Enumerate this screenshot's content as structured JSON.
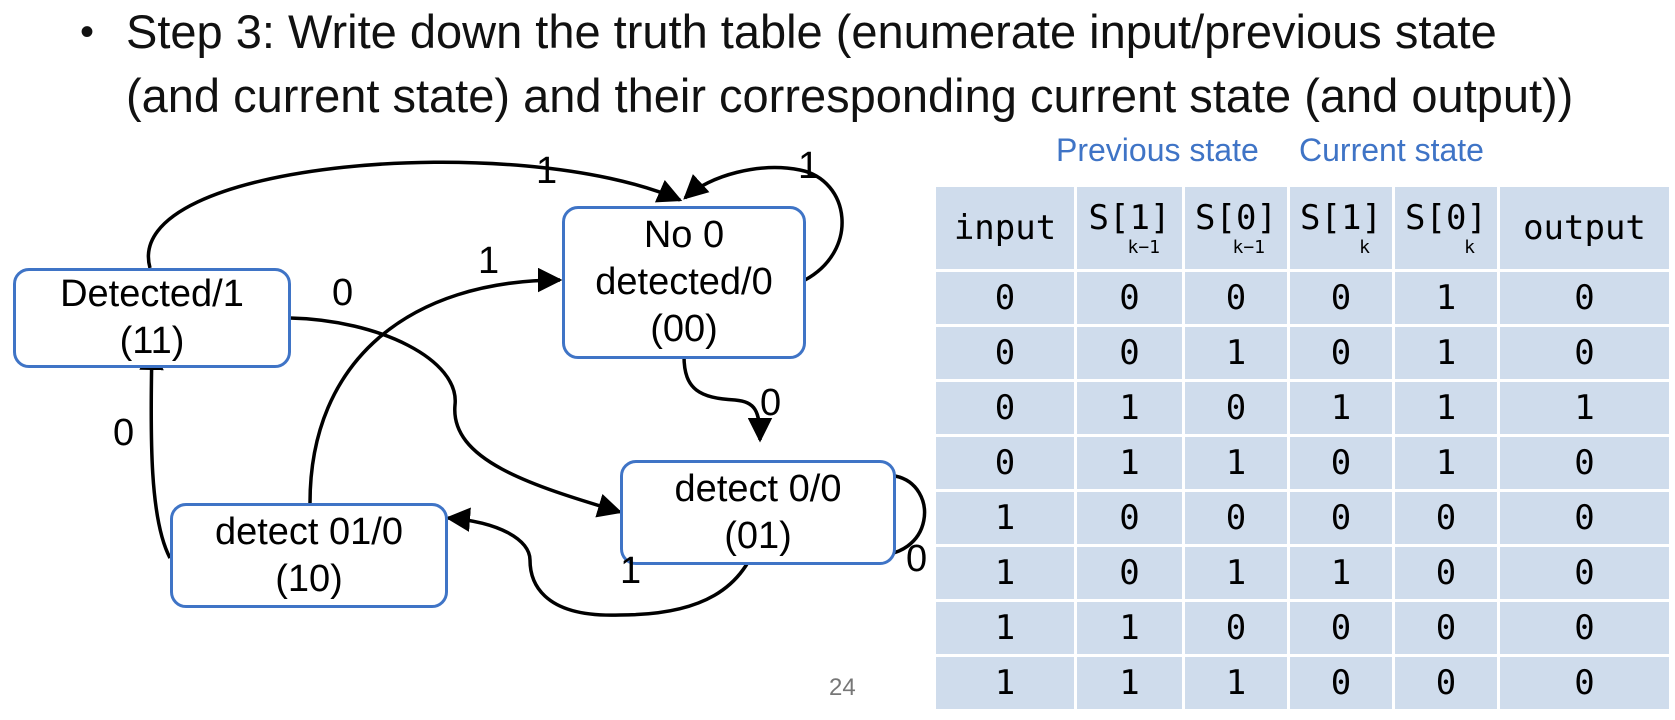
{
  "bullet": {
    "symbol": "•",
    "line1": "Step 3: Write down the truth table (enumerate input/previous state",
    "line2": "(and current state) and their corresponding current state (and output))"
  },
  "diagram": {
    "states": [
      {
        "id": "detected",
        "line1": "Detected/1",
        "line2": "(11)"
      },
      {
        "id": "no0",
        "line1": "No 0",
        "line2": "detected/0",
        "line3": "(00)"
      },
      {
        "id": "detect0",
        "line1": "detect 0/0",
        "line2": "(01)"
      },
      {
        "id": "detect01",
        "line1": "detect 01/0",
        "line2": "(10)"
      }
    ],
    "edge_labels": {
      "detected_to_no0": "1",
      "no0_self": "1",
      "detect01_to_no0": "1",
      "detected_to_detect0": "0",
      "no0_to_detect0": "0",
      "detect01_to_detected": "0",
      "detect0_self": "0",
      "detect0_to_detect01": "1"
    }
  },
  "table": {
    "group_labels": {
      "previous": "Previous state",
      "current": "Current state"
    },
    "headers": [
      {
        "main": "input",
        "sub": ""
      },
      {
        "main": "S[1]",
        "sub": "k−1"
      },
      {
        "main": "S[0]",
        "sub": "k−1"
      },
      {
        "main": "S[1]",
        "sub": "k"
      },
      {
        "main": "S[0]",
        "sub": "k"
      },
      {
        "main": "output",
        "sub": ""
      }
    ],
    "rows": [
      [
        "0",
        "0",
        "0",
        "0",
        "1",
        "0"
      ],
      [
        "0",
        "0",
        "1",
        "0",
        "1",
        "0"
      ],
      [
        "0",
        "1",
        "0",
        "1",
        "1",
        "1"
      ],
      [
        "0",
        "1",
        "1",
        "0",
        "1",
        "0"
      ],
      [
        "1",
        "0",
        "0",
        "0",
        "0",
        "0"
      ],
      [
        "1",
        "0",
        "1",
        "1",
        "0",
        "0"
      ],
      [
        "1",
        "1",
        "0",
        "0",
        "0",
        "0"
      ],
      [
        "1",
        "1",
        "1",
        "0",
        "0",
        "0"
      ]
    ]
  },
  "page_number": "24",
  "colors": {
    "accent": "#3f74c6",
    "table_fill": "#cfdcec"
  }
}
